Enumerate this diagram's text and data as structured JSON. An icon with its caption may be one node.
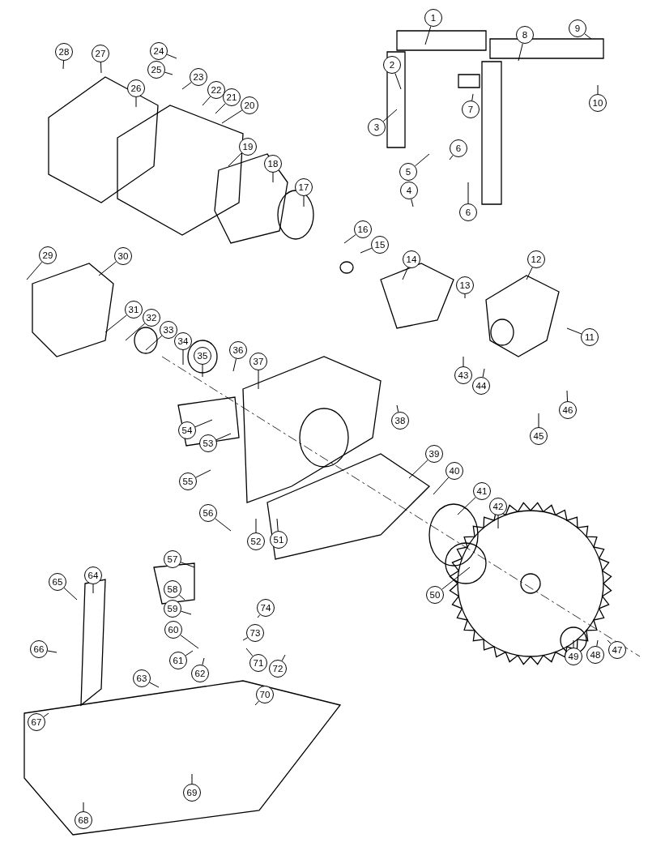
{
  "diagram": {
    "nodes": [
      {
        "text": [
          "1"
        ]
      },
      {
        "text": [
          "2"
        ]
      },
      {
        "text": [
          "3"
        ]
      },
      {
        "text": [
          "4"
        ]
      },
      {
        "text": [
          "5"
        ]
      },
      {
        "text": [
          "6"
        ]
      },
      {
        "text": [
          "6"
        ]
      },
      {
        "text": [
          "7"
        ]
      },
      {
        "text": [
          "8"
        ]
      },
      {
        "text": [
          "9"
        ]
      },
      {
        "text": [
          "10"
        ]
      },
      {
        "text": [
          "11"
        ]
      },
      {
        "text": [
          "12"
        ]
      },
      {
        "text": [
          "13"
        ]
      },
      {
        "text": [
          "14"
        ]
      },
      {
        "text": [
          "15"
        ]
      },
      {
        "text": [
          "16"
        ]
      },
      {
        "text": [
          "17"
        ]
      },
      {
        "text": [
          "18"
        ]
      },
      {
        "text": [
          "19"
        ]
      },
      {
        "text": [
          "20"
        ]
      },
      {
        "text": [
          "21"
        ]
      },
      {
        "text": [
          "22"
        ]
      },
      {
        "text": [
          "23"
        ]
      },
      {
        "text": [
          "24"
        ]
      },
      {
        "text": [
          "25"
        ]
      },
      {
        "text": [
          "26"
        ]
      },
      {
        "text": [
          "27"
        ]
      },
      {
        "text": [
          "28"
        ]
      },
      {
        "text": [
          "29"
        ]
      },
      {
        "text": [
          "30"
        ]
      },
      {
        "text": [
          "31"
        ]
      },
      {
        "text": [
          "32"
        ]
      },
      {
        "text": [
          "33"
        ]
      },
      {
        "text": [
          "34"
        ]
      },
      {
        "text": [
          "35"
        ]
      },
      {
        "text": [
          "36"
        ]
      },
      {
        "text": [
          "37"
        ]
      },
      {
        "text": [
          "38"
        ]
      },
      {
        "text": [
          "39"
        ]
      },
      {
        "text": [
          "40"
        ]
      },
      {
        "text": [
          "41"
        ]
      },
      {
        "text": [
          "42"
        ]
      },
      {
        "text": [
          "43"
        ]
      },
      {
        "text": [
          "44"
        ]
      },
      {
        "text": [
          "45"
        ]
      },
      {
        "text": [
          "46"
        ]
      },
      {
        "text": [
          "47"
        ]
      },
      {
        "text": [
          "48"
        ]
      },
      {
        "text": [
          "49"
        ]
      },
      {
        "text": [
          "50"
        ]
      },
      {
        "text": [
          "51"
        ]
      },
      {
        "text": [
          "52"
        ]
      },
      {
        "text": [
          "53"
        ]
      },
      {
        "text": [
          "54"
        ]
      },
      {
        "text": [
          "55"
        ]
      },
      {
        "text": [
          "56"
        ]
      },
      {
        "text": [
          "57"
        ]
      },
      {
        "text": [
          "58"
        ]
      },
      {
        "text": [
          "59"
        ]
      },
      {
        "text": [
          "60"
        ]
      },
      {
        "text": [
          "61"
        ]
      },
      {
        "text": [
          "62"
        ]
      },
      {
        "text": [
          "63"
        ]
      },
      {
        "text": [
          "64"
        ]
      },
      {
        "text": [
          "65"
        ]
      },
      {
        "text": [
          "66"
        ]
      },
      {
        "text": [
          "67"
        ]
      },
      {
        "text": [
          "68"
        ]
      },
      {
        "text": [
          "69"
        ]
      },
      {
        "text": [
          "70"
        ]
      },
      {
        "text": [
          "71"
        ]
      },
      {
        "text": [
          "72"
        ]
      },
      {
        "text": [
          "73"
        ]
      },
      {
        "text": [
          "74"
        ]
      }
    ],
    "edges": [
      {
        "from": 0,
        "to": null,
        "arrow": "none"
      },
      {
        "from": 1,
        "to": null,
        "arrow": "none"
      },
      {
        "from": 2,
        "to": null,
        "arrow": "none"
      },
      {
        "from": 3,
        "to": null,
        "arrow": "none"
      },
      {
        "from": 4,
        "to": null,
        "arrow": "none"
      },
      {
        "from": 5,
        "to": null,
        "arrow": "none"
      },
      {
        "from": 6,
        "to": null,
        "arrow": "none"
      },
      {
        "from": 7,
        "to": null,
        "arrow": "none"
      },
      {
        "from": 8,
        "to": null,
        "arrow": "none"
      },
      {
        "from": 9,
        "to": null,
        "arrow": "none"
      },
      {
        "from": 10,
        "to": null,
        "arrow": "none"
      },
      {
        "from": 11,
        "to": null,
        "arrow": "none"
      },
      {
        "from": 12,
        "to": null,
        "arrow": "none"
      },
      {
        "from": 13,
        "to": null,
        "arrow": "none"
      },
      {
        "from": 14,
        "to": null,
        "arrow": "none"
      },
      {
        "from": 15,
        "to": null,
        "arrow": "none"
      },
      {
        "from": 16,
        "to": null,
        "arrow": "none"
      },
      {
        "from": 17,
        "to": null,
        "arrow": "none"
      },
      {
        "from": 18,
        "to": null,
        "arrow": "none"
      },
      {
        "from": 19,
        "to": null,
        "arrow": "none"
      },
      {
        "from": 20,
        "to": null,
        "arrow": "none"
      },
      {
        "from": 21,
        "to": null,
        "arrow": "none"
      },
      {
        "from": 22,
        "to": null,
        "arrow": "none"
      },
      {
        "from": 23,
        "to": null,
        "arrow": "none"
      },
      {
        "from": 24,
        "to": null,
        "arrow": "none"
      },
      {
        "from": 25,
        "to": null,
        "arrow": "none"
      },
      {
        "from": 26,
        "to": null,
        "arrow": "none"
      },
      {
        "from": 27,
        "to": null,
        "arrow": "none"
      },
      {
        "from": 28,
        "to": null,
        "arrow": "none"
      },
      {
        "from": 29,
        "to": null,
        "arrow": "none"
      },
      {
        "from": 30,
        "to": null,
        "arrow": "none"
      },
      {
        "from": 31,
        "to": null,
        "arrow": "none"
      },
      {
        "from": 32,
        "to": null,
        "arrow": "none"
      },
      {
        "from": 33,
        "to": null,
        "arrow": "none"
      },
      {
        "from": 34,
        "to": null,
        "arrow": "none"
      },
      {
        "from": 35,
        "to": null,
        "arrow": "none"
      },
      {
        "from": 36,
        "to": null,
        "arrow": "none"
      },
      {
        "from": 37,
        "to": null,
        "arrow": "none"
      },
      {
        "from": 38,
        "to": null,
        "arrow": "none"
      },
      {
        "from": 39,
        "to": null,
        "arrow": "none"
      },
      {
        "from": 40,
        "to": null,
        "arrow": "none"
      },
      {
        "from": 41,
        "to": null,
        "arrow": "none"
      },
      {
        "from": 42,
        "to": null,
        "arrow": "none"
      },
      {
        "from": 43,
        "to": null,
        "arrow": "none"
      },
      {
        "from": 44,
        "to": null,
        "arrow": "none"
      },
      {
        "from": 45,
        "to": null,
        "arrow": "none"
      },
      {
        "from": 46,
        "to": null,
        "arrow": "none"
      },
      {
        "from": 47,
        "to": null,
        "arrow": "none"
      },
      {
        "from": 48,
        "to": null,
        "arrow": "none"
      },
      {
        "from": 49,
        "to": null,
        "arrow": "none"
      },
      {
        "from": 50,
        "to": null,
        "arrow": "none"
      },
      {
        "from": 51,
        "to": null,
        "arrow": "none"
      },
      {
        "from": 52,
        "to": null,
        "arrow": "none"
      },
      {
        "from": 53,
        "to": null,
        "arrow": "none"
      },
      {
        "from": 54,
        "to": null,
        "arrow": "none"
      },
      {
        "from": 55,
        "to": null,
        "arrow": "none"
      },
      {
        "from": 56,
        "to": null,
        "arrow": "none"
      },
      {
        "from": 57,
        "to": null,
        "arrow": "none"
      },
      {
        "from": 58,
        "to": null,
        "arrow": "none"
      },
      {
        "from": 59,
        "to": null,
        "arrow": "none"
      },
      {
        "from": 60,
        "to": null,
        "arrow": "none"
      },
      {
        "from": 61,
        "to": null,
        "arrow": "none"
      },
      {
        "from": 62,
        "to": null,
        "arrow": "none"
      },
      {
        "from": 63,
        "to": null,
        "arrow": "none"
      },
      {
        "from": 64,
        "to": null,
        "arrow": "none"
      },
      {
        "from": 65,
        "to": null,
        "arrow": "none"
      },
      {
        "from": 66,
        "to": null,
        "arrow": "none"
      },
      {
        "from": 67,
        "to": null,
        "arrow": "none"
      },
      {
        "from": 68,
        "to": null,
        "arrow": "none"
      },
      {
        "from": 69,
        "to": null,
        "arrow": "none"
      },
      {
        "from": 70,
        "to": null,
        "arrow": "none"
      },
      {
        "from": 71,
        "to": null,
        "arrow": "none"
      },
      {
        "from": 72,
        "to": null,
        "arrow": "none"
      },
      {
        "from": 73,
        "to": null,
        "arrow": "none"
      },
      {
        "from": 74,
        "to": null,
        "arrow": "none"
      }
    ]
  }
}
